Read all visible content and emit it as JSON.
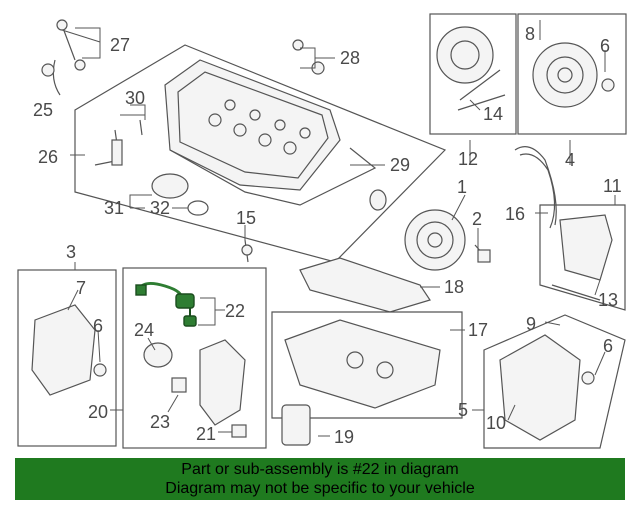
{
  "labels": {
    "l1": "1",
    "l2": "2",
    "l3": "3",
    "l4": "4",
    "l5": "5",
    "l6a": "6",
    "l6b": "6",
    "l6c": "6",
    "l7": "7",
    "l8": "8",
    "l9": "9",
    "l10": "10",
    "l11": "11",
    "l12": "12",
    "l13": "13",
    "l14": "14",
    "l15": "15",
    "l16": "16",
    "l17": "17",
    "l18": "18",
    "l19": "19",
    "l20": "20",
    "l21": "21",
    "l22": "22",
    "l23": "23",
    "l24": "24",
    "l25": "25",
    "l26": "26",
    "l27": "27",
    "l28": "28",
    "l29": "29",
    "l30": "30",
    "l31": "31",
    "l32": "32"
  },
  "highlight_part": "22",
  "colors": {
    "highlight": "#2e7d32",
    "banner": "#1f7a1f",
    "line": "#555555"
  },
  "banner": {
    "line1": "Part or sub-assembly is #22 in diagram",
    "line2": "Diagram may not be specific to your vehicle"
  }
}
